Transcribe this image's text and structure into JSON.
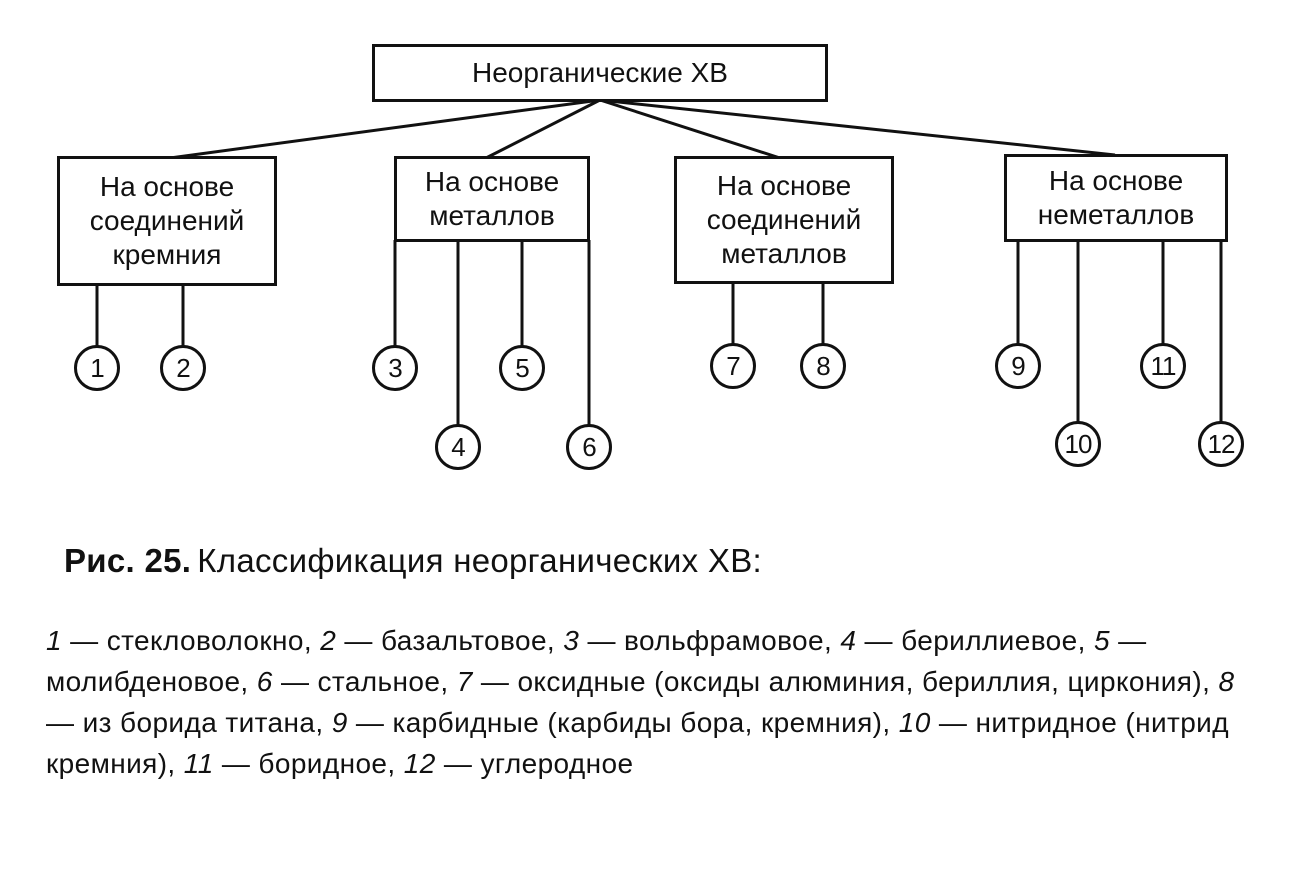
{
  "diagram": {
    "root": "Неорганические ХВ",
    "groups": [
      {
        "label": "На основе соединений кремния",
        "items": [
          "1",
          "2"
        ]
      },
      {
        "label": "На основе металлов",
        "items": [
          "3",
          "4",
          "5",
          "6"
        ]
      },
      {
        "label": "На основе соединений металлов",
        "items": [
          "7",
          "8"
        ]
      },
      {
        "label": "На основе неметаллов",
        "items": [
          "9",
          "10",
          "11",
          "12"
        ]
      }
    ]
  },
  "caption": {
    "fig_label": "Рис. 25.",
    "title": "Классификация неорганических ХВ:"
  },
  "legend": [
    {
      "num": "1",
      "text": "стекловолокно"
    },
    {
      "num": "2",
      "text": "базальтовое"
    },
    {
      "num": "3",
      "text": "вольфрамовое"
    },
    {
      "num": "4",
      "text": "бериллиевое"
    },
    {
      "num": "5",
      "text": "молибденовое"
    },
    {
      "num": "6",
      "text": "стальное"
    },
    {
      "num": "7",
      "text": "оксидные (оксиды алюминия, бериллия, циркония)"
    },
    {
      "num": "8",
      "text": "из борида титана"
    },
    {
      "num": "9",
      "text": "карбидные (карбиды бора, кремния)"
    },
    {
      "num": "10",
      "text": "нитридное (нитрид кремния)"
    },
    {
      "num": "11",
      "text": "боридное"
    },
    {
      "num": "12",
      "text": "углеродное"
    }
  ]
}
